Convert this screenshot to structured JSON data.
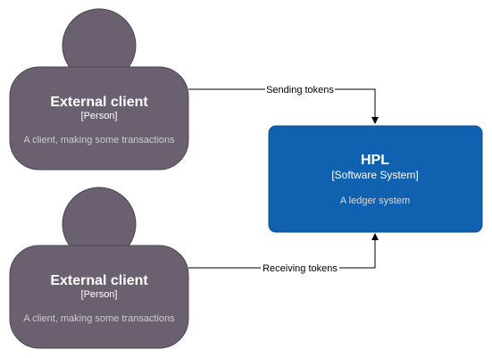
{
  "colors": {
    "person_fill": "#6b6070",
    "person_stroke": "#4d4553",
    "system_fill": "#1062b0",
    "system_stroke": "#0d4f8f",
    "text_light": "#ffffff",
    "text_muted": "#cccccc",
    "text_system_desc": "#d9d9d9",
    "edge": "#000000",
    "edge_label": "#000000"
  },
  "persons": [
    {
      "name": "External client",
      "type": "[Person]",
      "description": "A client, making some transactions"
    },
    {
      "name": "External client",
      "type": "[Person]",
      "description": "A client, making some transactions"
    }
  ],
  "system": {
    "name": "HPL",
    "type": "[Software System]",
    "description": "A ledger system"
  },
  "edges": [
    {
      "label": "Sending tokens"
    },
    {
      "label": "Receiving tokens"
    }
  ]
}
